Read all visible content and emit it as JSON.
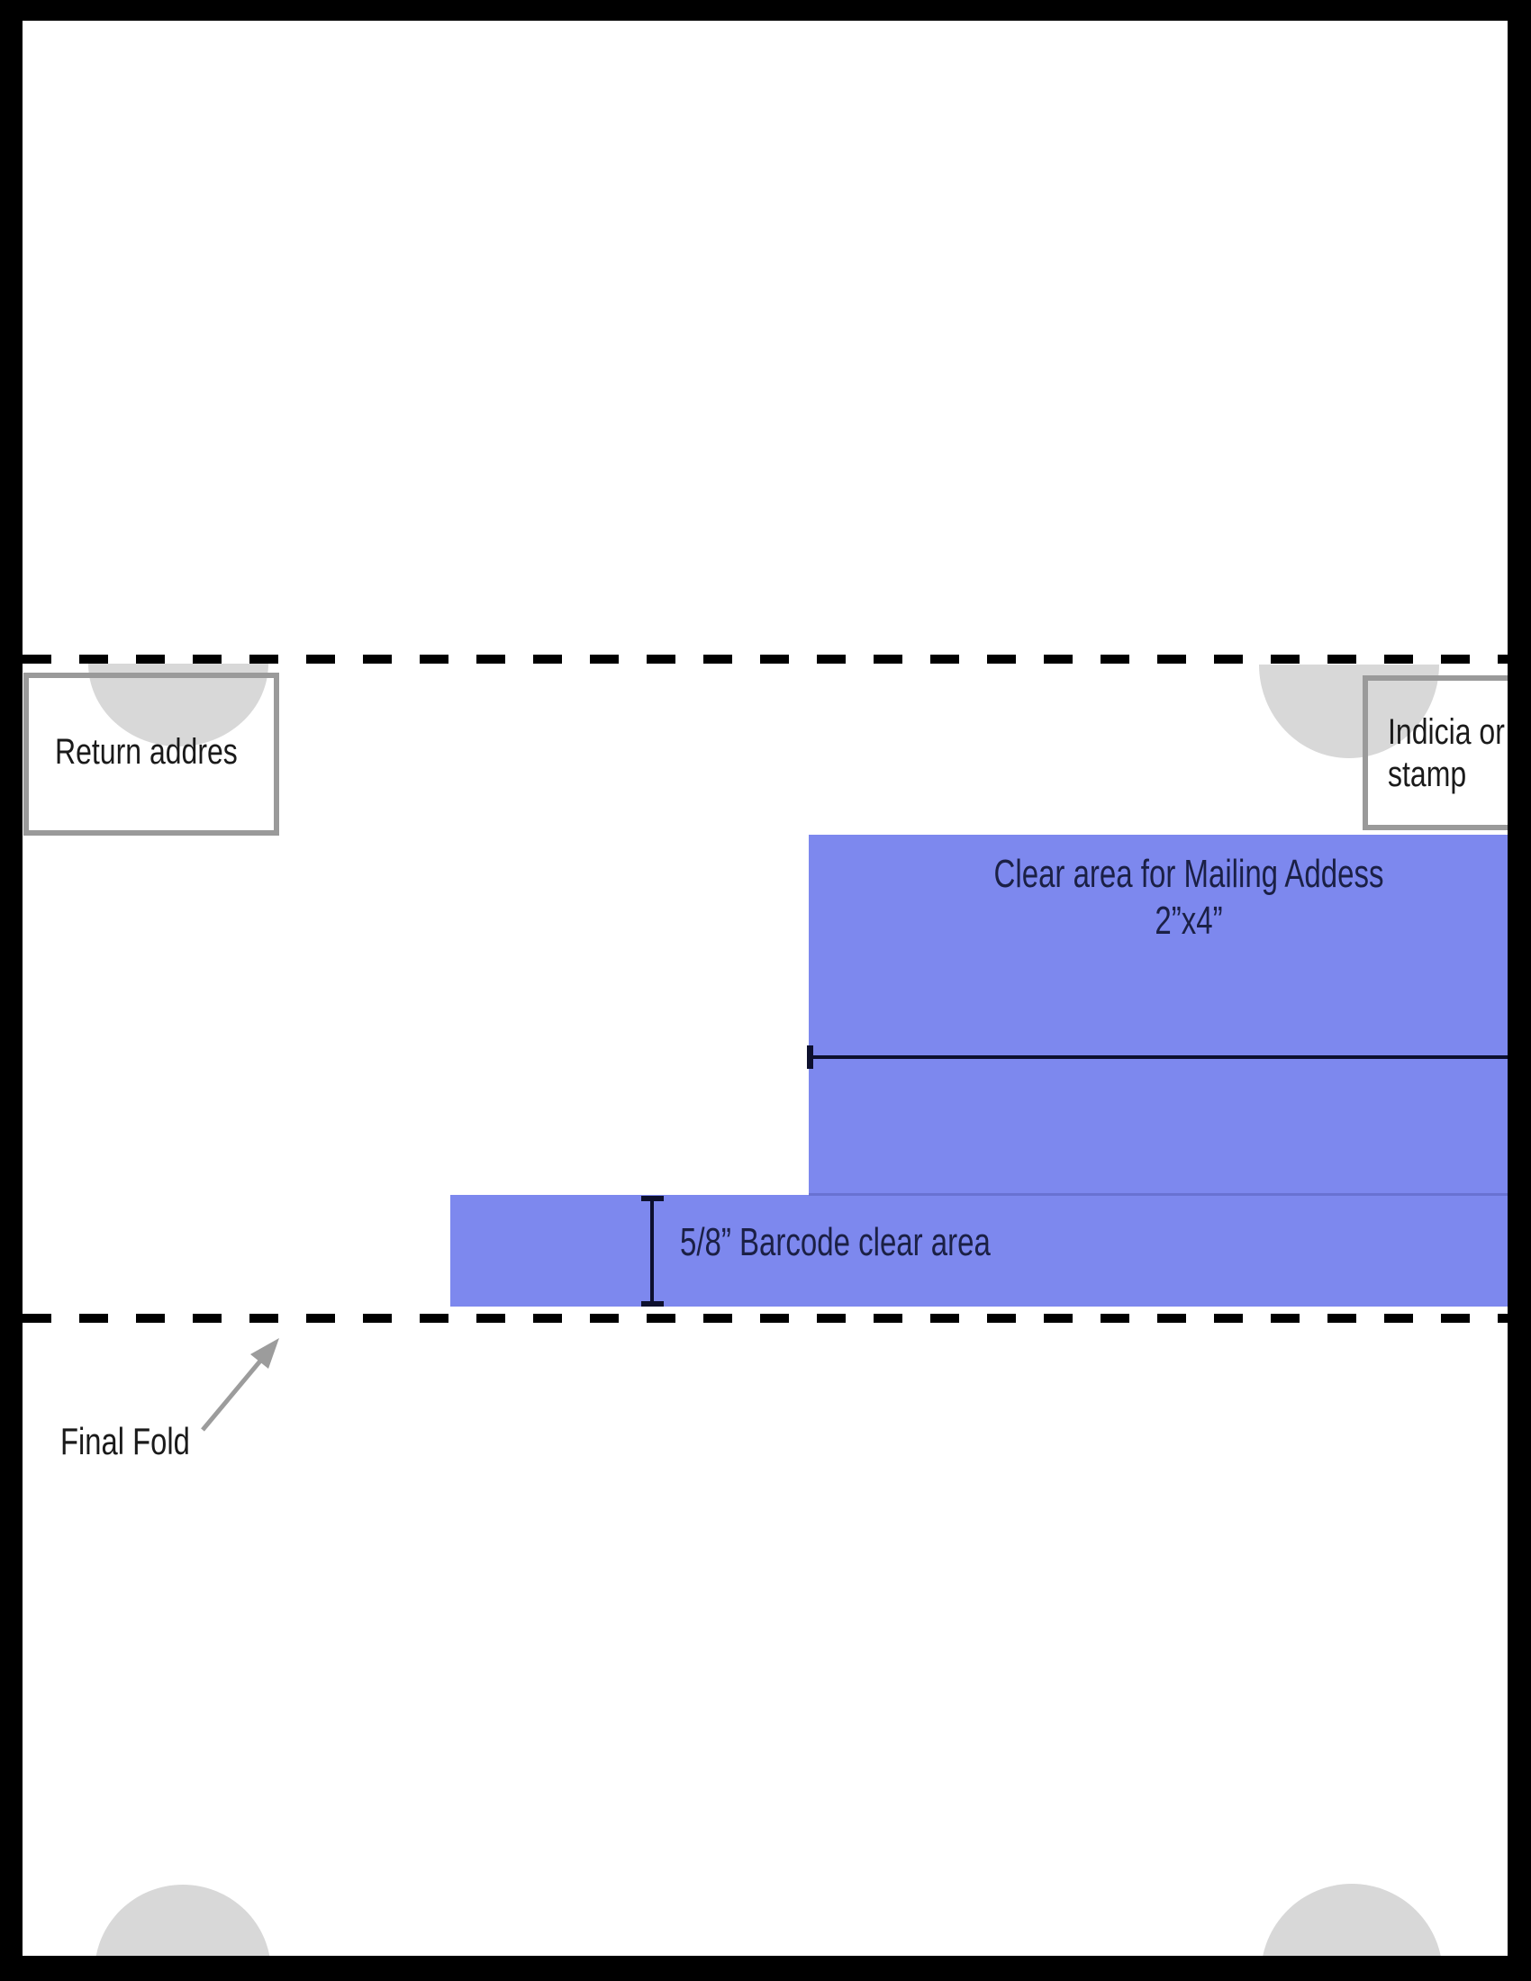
{
  "document": {
    "title": "Mailer fold template - address side"
  },
  "colors": {
    "page_bg": "#ffffff",
    "frame_black": "#000000",
    "fold_dash": "#000000",
    "accent_blue": "#7d88ee",
    "seam_blue": "#6972d2",
    "navy_text": "#1b2045",
    "box_border_gray": "#9a9a9a",
    "circle_gray": "#d8d8d8",
    "arrow_gray": "#9c9c9c",
    "label_black": "#1a1a1a",
    "dimension_line": "#0d102e"
  },
  "labels": {
    "return_address": "Return addres",
    "indicia_line1": "Indicia or",
    "indicia_line2": "stamp",
    "mailing_line1": "Clear area for Mailing Addess",
    "mailing_line2": "2”x4”",
    "barcode": "5/8” Barcode clear area",
    "final_fold": "Final Fold"
  }
}
